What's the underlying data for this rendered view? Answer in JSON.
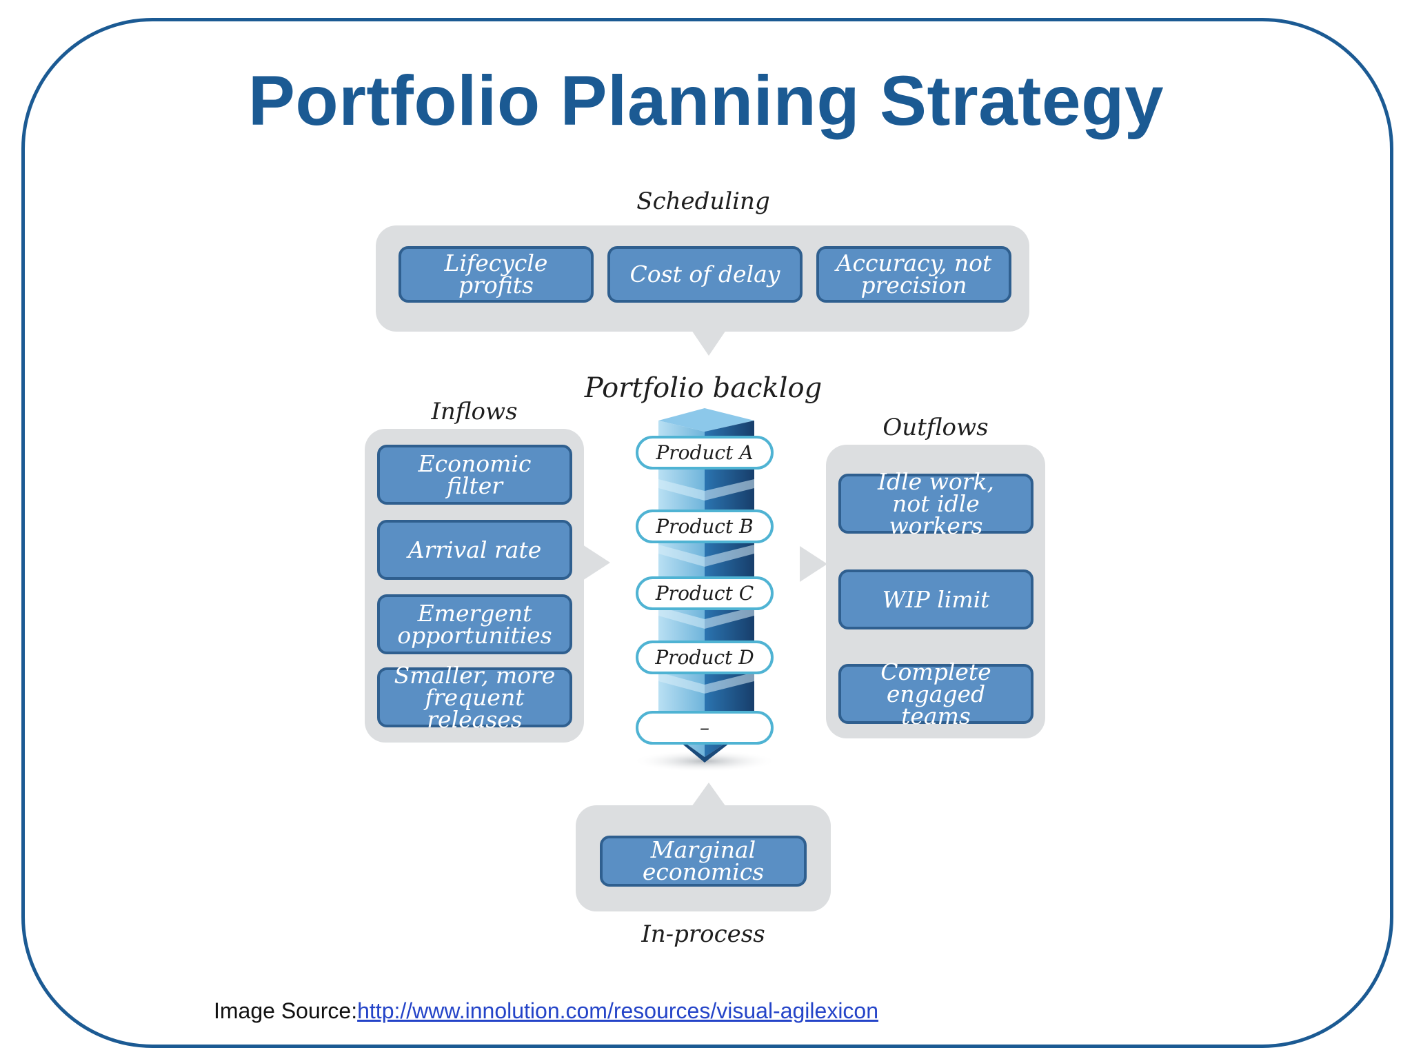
{
  "title": "Portfolio Planning Strategy",
  "center_label": "Portfolio backlog",
  "scheduling": {
    "label": "Scheduling",
    "items": [
      "Lifecycle profits",
      "Cost of delay",
      "Accuracy, not\nprecision"
    ]
  },
  "inflows": {
    "label": "Inflows",
    "items": [
      "Economic filter",
      "Arrival rate",
      "Emergent\nopportunities",
      "Smaller, more\nfrequent releases"
    ]
  },
  "outflows": {
    "label": "Outflows",
    "items": [
      "Idle work,\nnot idle workers",
      "WIP limit",
      "Complete engaged\nteams"
    ]
  },
  "in_process": {
    "label": "In-process",
    "items": [
      "Marginal economics"
    ]
  },
  "backlog": {
    "products": [
      "Product A",
      "Product B",
      "Product C",
      "Product D",
      "–"
    ]
  },
  "source": {
    "prefix": "Image Source:",
    "link": "http://www.innolution.com/resources/visual-agilexicon"
  },
  "colors": {
    "title": "#1b5a93",
    "frame": "#1b5a93",
    "box_fill": "#5a8fc4",
    "panel": "#dcdee0",
    "pill_border": "#4fb3d3"
  }
}
